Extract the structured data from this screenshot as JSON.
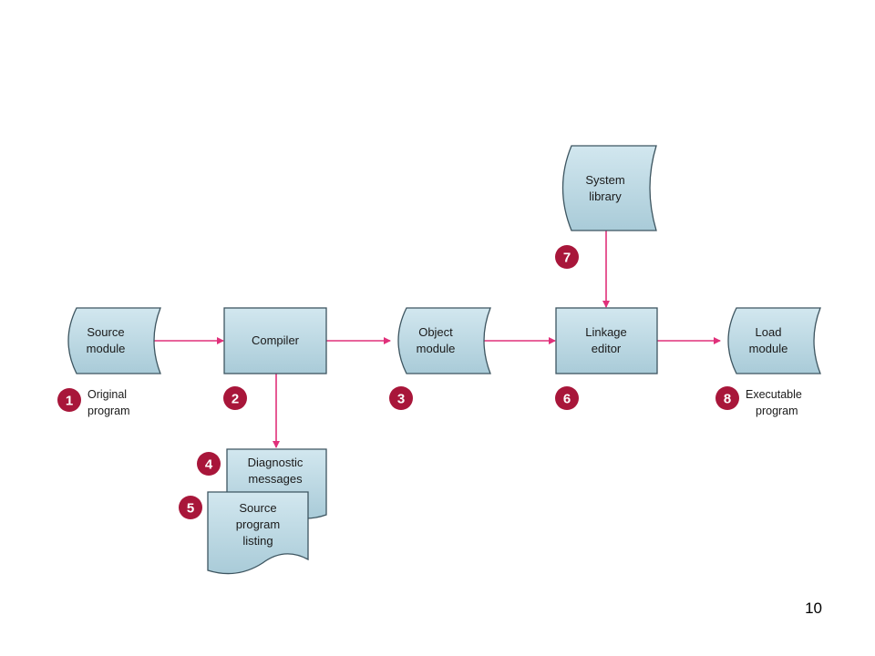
{
  "nodes": {
    "source_module": [
      "Source",
      "module"
    ],
    "compiler": [
      "Compiler"
    ],
    "object_module": [
      "Object",
      "module"
    ],
    "linkage_editor": [
      "Linkage",
      "editor"
    ],
    "load_module": [
      "Load",
      "module"
    ],
    "system_library": [
      "System",
      "library"
    ],
    "diagnostic_messages": [
      "Diagnostic",
      "messages"
    ],
    "source_listing": [
      "Source",
      "program",
      "listing"
    ]
  },
  "steps": {
    "s1": {
      "num": "1",
      "caption": [
        "Original",
        "program"
      ]
    },
    "s2": {
      "num": "2"
    },
    "s3": {
      "num": "3"
    },
    "s4": {
      "num": "4"
    },
    "s5": {
      "num": "5"
    },
    "s6": {
      "num": "6"
    },
    "s7": {
      "num": "7"
    },
    "s8": {
      "num": "8",
      "caption": [
        "Executable",
        "program"
      ]
    }
  },
  "page_number": "10",
  "colors": {
    "fill": "#bcd8e3",
    "stroke": "#3d5560",
    "arrow": "#e0307a",
    "badge": "#a8163a"
  }
}
